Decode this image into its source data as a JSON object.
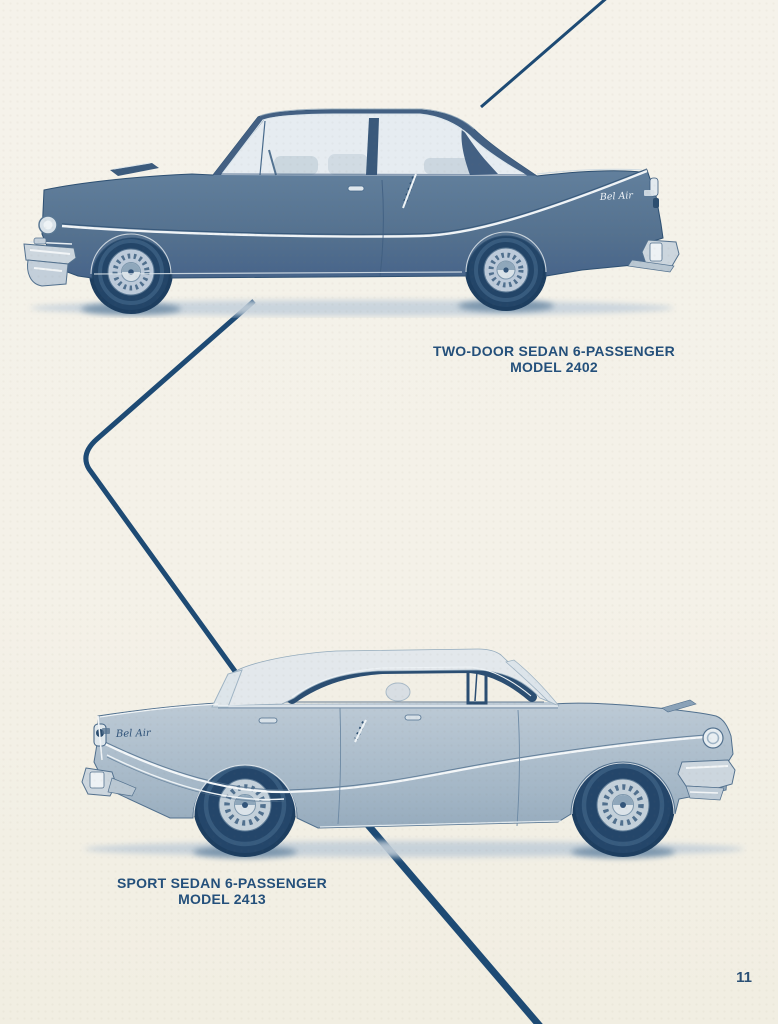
{
  "page": {
    "background_color": "#f4f1e8",
    "line_color": "#1d4a74",
    "ink_color": "#24507b",
    "page_number": "11"
  },
  "captions": {
    "car1_line1": "TWO-DOOR SEDAN 6-PASSENGER",
    "car1_line2": "MODEL 2402",
    "car2_line1": "SPORT SEDAN 6-PASSENGER",
    "car2_line2": "MODEL 2413"
  },
  "cars": {
    "car1": {
      "name": "two-door-sedan",
      "facing": "left",
      "emblem_script": "Bel Air",
      "body_color": "#5f7d9b",
      "roof_color": "#436083",
      "glass_color": "#e6ecf1"
    },
    "car2": {
      "name": "sport-sedan",
      "facing": "right",
      "emblem_script": "Bel Air",
      "body_color": "#b9c7d3",
      "roof_color": "#e3e8ec",
      "window_band_color": "#2b4e72"
    }
  }
}
